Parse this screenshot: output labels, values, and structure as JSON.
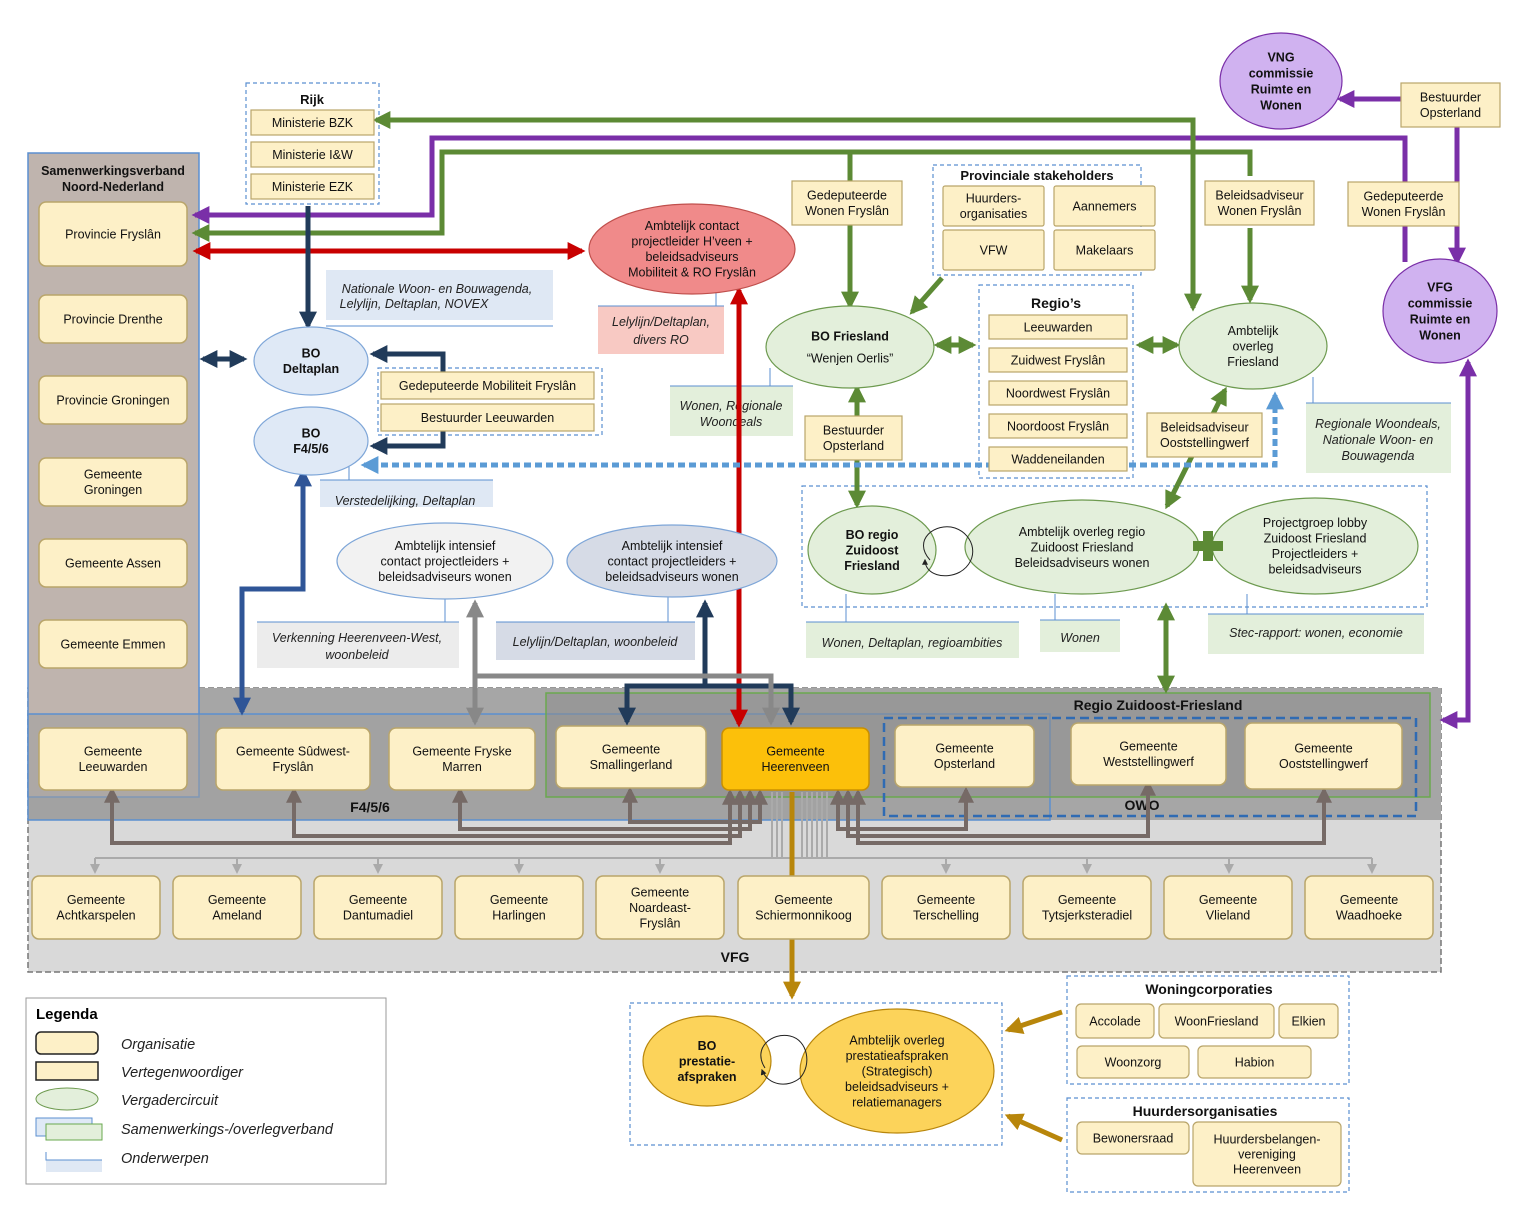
{
  "colors": {
    "org_fill": "#fdf0c7",
    "org_stroke": "#b9a56a",
    "circuit_fill": "#e3efdb",
    "circuit_stroke": "#6d9a4f",
    "circuit_red": "#f08a8a",
    "circuit_gray": "#f2f2f2",
    "circuit_bluegray": "#d6dbe6",
    "circuit_blue": "#dfe9f6",
    "circuit_purple": "#d0b2f0",
    "circuit_yellow": "#fcd35a",
    "topic_blue": "#dfe8f4",
    "topic_green": "#e3efdb",
    "topic_pink": "#f8c9c3",
    "topic_gray": "#ececec",
    "heerenveen": "#fcc00a",
    "arrow_green": "#5c8a35",
    "arrow_red": "#c80000",
    "arrow_purple": "#7a2fa8",
    "arrow_navy": "#213b5a",
    "arrow_blue": "#2f5597",
    "arrow_gray": "#888888",
    "arrow_dashblue": "#5b9bd5",
    "arrow_gold": "#b8860b"
  },
  "groups": {
    "rijk": "Rijk",
    "snn": [
      "Samenwerkingsverband",
      "Noord-Nederland"
    ],
    "provinciale_stakeholders": "Provinciale stakeholders",
    "regios": "Regio’s",
    "regio_zof": "Regio Zuidoost-Friesland",
    "f456": "F4/5/6",
    "owo": "OWO",
    "vfg": "VFG",
    "woningcorporaties": "Woningcorporaties",
    "huurdersorganisaties": "Huurdersorganisaties"
  },
  "orgs": {
    "min_bzk": "Ministerie BZK",
    "min_iw": "Ministerie I&W",
    "min_ezk": "Ministerie EZK",
    "prov_fryslan": "Provincie Fryslân",
    "prov_drenthe": "Provincie Drenthe",
    "prov_groningen": "Provincie Groningen",
    "gem_groningen": [
      "Gemeente",
      "Groningen"
    ],
    "gem_assen": "Gemeente Assen",
    "gem_emmen": "Gemeente Emmen",
    "huurdersorg": [
      "Huurders-",
      "organisaties"
    ],
    "aannemers": "Aannemers",
    "vfw": "VFW",
    "makelaars": "Makelaars",
    "regio_leeuwarden": "Leeuwarden",
    "regio_zwf": "Zuidwest Fryslân",
    "regio_nwf": "Noordwest Fryslân",
    "regio_nof": "Noordoost Fryslân",
    "regio_wadden": "Waddeneilanden",
    "gem_leeuwarden": [
      "Gemeente",
      "Leeuwarden"
    ],
    "gem_sudwest": [
      "Gemeente Sûdwest-",
      "Fryslân"
    ],
    "gem_fryske_marren": [
      "Gemeente Fryske",
      "Marren"
    ],
    "gem_smallingerland": [
      "Gemeente",
      "Smallingerland"
    ],
    "gem_heerenveen": [
      "Gemeente",
      "Heerenveen"
    ],
    "gem_opsterland": [
      "Gemeente",
      "Opsterland"
    ],
    "gem_weststellingwerf": [
      "Gemeente",
      "Weststellingwerf"
    ],
    "gem_ooststellingwerf": [
      "Gemeente",
      "Ooststellingwerf"
    ],
    "vfg_row": [
      [
        "Gemeente",
        "Achtkarspelen"
      ],
      [
        "Gemeente",
        "Ameland"
      ],
      [
        "Gemeente",
        "Dantumadiel"
      ],
      [
        "Gemeente",
        "Harlingen"
      ],
      [
        "Gemeente",
        "Noardeast-",
        "Fryslân"
      ],
      [
        "Gemeente",
        "Schiermonnikoog"
      ],
      [
        "Gemeente",
        "Terschelling"
      ],
      [
        "Gemeente",
        "Tytsjerksteradiel"
      ],
      [
        "Gemeente",
        "Vlieland"
      ],
      [
        "Gemeente",
        "Waadhoeke"
      ]
    ],
    "accolade": "Accolade",
    "woonfriesland": "WoonFriesland",
    "elkien": "Elkien",
    "woonzorg": "Woonzorg",
    "habion": "Habion",
    "bewonersraad": "Bewonersraad",
    "hbv": [
      "Huurdersbelangen-",
      "vereniging",
      "Heerenveen"
    ]
  },
  "reps": {
    "ged_mobiliteit": "Gedeputeerde Mobiliteit Fryslân",
    "bestuurder_leeuwarden": "Bestuurder Leeuwarden",
    "ged_wonen_1": [
      "Gedeputeerde",
      "Wonen Fryslân"
    ],
    "beleidsadviseur_wonen": [
      "Beleidsadviseur",
      "Wonen Fryslân"
    ],
    "ged_wonen_2": [
      "Gedeputeerde",
      "Wonen Fryslân"
    ],
    "bestuurder_opsterland_top": [
      "Bestuurder",
      "Opsterland"
    ],
    "bestuurder_opsterland_mid": [
      "Bestuurder",
      "Opsterland"
    ],
    "beleidsadviseur_ooststellingwerf": [
      "Beleidsadviseur",
      "Ooststellingwerf"
    ]
  },
  "circuits": {
    "vng": [
      "VNG",
      "commissie",
      "Ruimte en",
      "Wonen"
    ],
    "vfg_comm": [
      "VFG",
      "commissie",
      "Ruimte en",
      "Wonen"
    ],
    "ambtelijk_contact": [
      "Ambtelijk contact",
      "projectleider H’veen +",
      "beleidsadviseurs",
      "Mobiliteit & RO Fryslân"
    ],
    "bo_deltaplan": [
      "BO",
      "Deltaplan"
    ],
    "bo_f456": [
      "BO",
      "F4/5/6"
    ],
    "bo_friesland": [
      "BO Friesland",
      "“Wenjen Oerlis”"
    ],
    "ambtelijk_overleg_friesland": [
      "Ambtelijk",
      "overleg",
      "Friesland"
    ],
    "bo_regio_zof": [
      "BO regio",
      "Zuidoost",
      "Friesland"
    ],
    "ambtelijk_overleg_zof": [
      "Ambtelijk overleg regio",
      "Zuidoost Friesland",
      "Beleidsadviseurs wonen"
    ],
    "projectgroep_lobby": [
      "Projectgroep lobby",
      "Zuidoost Friesland",
      "Projectleiders +",
      "beleidsadviseurs"
    ],
    "ambtelijk_intensief_1": [
      "Ambtelijk intensief",
      "contact projectleiders +",
      "beleidsadviseurs wonen"
    ],
    "ambtelijk_intensief_2": [
      "Ambtelijk intensief",
      "contact projectleiders +",
      "beleidsadviseurs wonen"
    ],
    "bo_prestatie": [
      "BO",
      "prestatie-",
      "afspraken"
    ],
    "ambtelijk_prestatie": [
      "Ambtelijk overleg",
      "prestatieafspraken",
      "(Strategisch)",
      "beleidsadviseurs +",
      "relatiemanagers"
    ]
  },
  "topics": {
    "nationale_agenda": [
      "Nationale Woon- en Bouwagenda,",
      "Lelylijn, Deltaplan, NOVEX"
    ],
    "verstedelijking": "Verstedelijking, Deltaplan",
    "lelylijn_divers": [
      "Lelylijn/Deltaplan,",
      "divers RO"
    ],
    "wonen_regionale": [
      "Wonen, Regionale",
      "Woondeals"
    ],
    "regionale_woondeals": [
      "Regionale Woondeals,",
      "Nationale Woon- en",
      "Bouwagenda"
    ],
    "verkenning": [
      "Verkenning Heerenveen-West,",
      "woonbeleid"
    ],
    "lelylijn_woonbeleid": "Lelylijn/Deltaplan, woonbeleid",
    "wonen_deltaplan_regio": "Wonen, Deltaplan, regioambities",
    "wonen": "Wonen",
    "stec": "Stec-rapport: wonen, economie"
  },
  "legend": {
    "title": "Legenda",
    "items": [
      "Organisatie",
      "Vertegenwoordiger",
      "Vergadercircuit",
      "Samenwerkings-/overlegverband",
      "Onderwerpen"
    ]
  }
}
